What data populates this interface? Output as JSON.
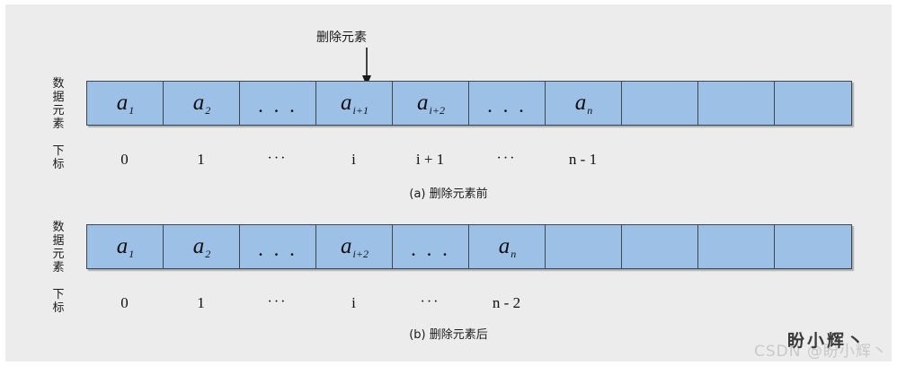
{
  "figure": {
    "background_color": "#ececec",
    "cell_fill_color": "#9cc0e6",
    "cell_border_color": "#3c4750",
    "annotation": {
      "label": "删除元素",
      "arrow_icon": "down-arrow-icon"
    }
  },
  "side_labels": {
    "data_elements": [
      "数",
      "据",
      "元",
      "素"
    ],
    "index": [
      "下",
      "标"
    ]
  },
  "panel_a": {
    "caption": "(a) 删除元素前",
    "cells": [
      {
        "type": "value",
        "base": "a",
        "sub": "1"
      },
      {
        "type": "value",
        "base": "a",
        "sub": "2"
      },
      {
        "type": "dots",
        "text": ". . ."
      },
      {
        "type": "value",
        "base": "a",
        "sub": "i+1"
      },
      {
        "type": "value",
        "base": "a",
        "sub": "i+2"
      },
      {
        "type": "dots",
        "text": ". . ."
      },
      {
        "type": "value",
        "base": "a",
        "sub": "n"
      },
      {
        "type": "empty",
        "text": ""
      },
      {
        "type": "empty",
        "text": ""
      },
      {
        "type": "empty",
        "text": ""
      }
    ],
    "indices": [
      "0",
      "1",
      "···",
      "i",
      "i + 1",
      "···",
      "n - 1",
      "",
      "",
      ""
    ]
  },
  "panel_b": {
    "caption": "(b) 删除元素后",
    "cells": [
      {
        "type": "value",
        "base": "a",
        "sub": "1"
      },
      {
        "type": "value",
        "base": "a",
        "sub": "2"
      },
      {
        "type": "dots",
        "text": ". . ."
      },
      {
        "type": "value",
        "base": "a",
        "sub": "i+2"
      },
      {
        "type": "dots",
        "text": ". . ."
      },
      {
        "type": "value",
        "base": "a",
        "sub": "n"
      },
      {
        "type": "empty",
        "text": ""
      },
      {
        "type": "empty",
        "text": ""
      },
      {
        "type": "empty",
        "text": ""
      },
      {
        "type": "empty",
        "text": ""
      }
    ],
    "indices": [
      "0",
      "1",
      "···",
      "i",
      "···",
      "n - 2",
      "",
      "",
      "",
      ""
    ]
  },
  "watermark": {
    "text": "CSDN @盼小辉丶",
    "brush_text": "盼小辉丶"
  }
}
